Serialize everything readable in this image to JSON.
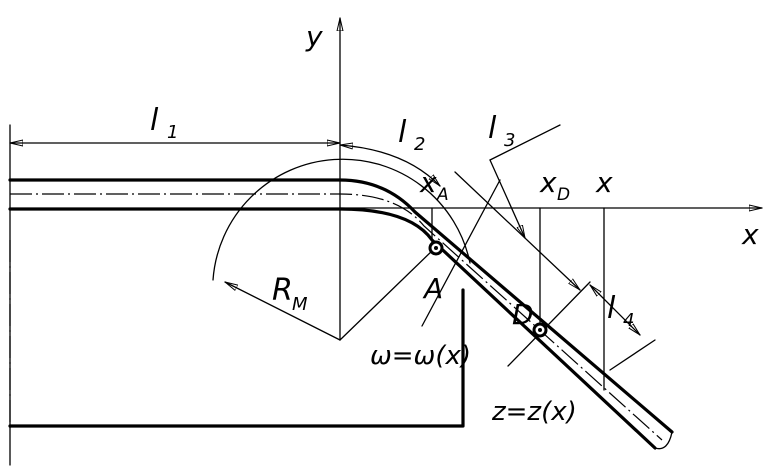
{
  "labels": {
    "y_axis": "y",
    "x_axis": "x",
    "l1": "l",
    "l1_sub": "1",
    "l2": "l",
    "l2_sub": "2",
    "l3": "l",
    "l3_sub": "3",
    "l4": "l",
    "l4_sub": "4",
    "xA": "x",
    "xA_sub": "A",
    "xD": "x",
    "xD_sub": "D",
    "x_coord": "x",
    "RM": "R",
    "RM_sub": "M",
    "point_A": "A",
    "point_D": "D",
    "omega_eq": "ω=ω(x)",
    "z_eq": "z=z(x)"
  }
}
